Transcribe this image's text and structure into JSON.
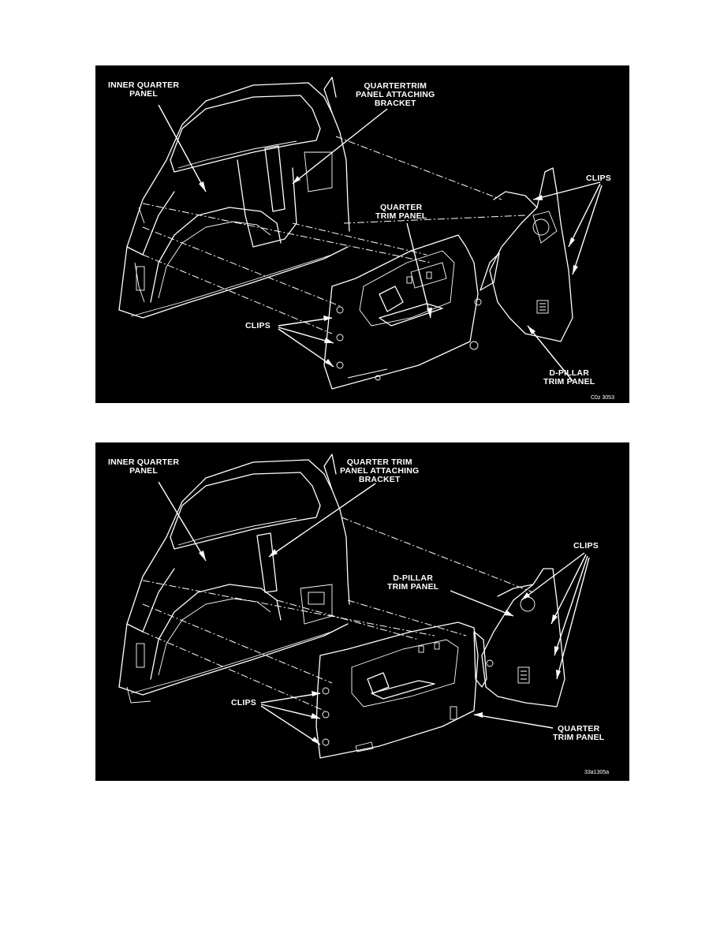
{
  "figures": [
    {
      "labels": {
        "inner_quarter_panel": "INNER QUARTER\nPANEL",
        "bracket": "QUARTERTRIM\nPANEL ATTACHING\nBRACKET",
        "quarter_trim_panel": "QUARTER\nTRIM PANEL",
        "clips_right": "CLIPS",
        "clips_left": "CLIPS",
        "d_pillar": "D-PILLAR\nTRIM PANEL"
      },
      "figure_id": "C0z 3053"
    },
    {
      "labels": {
        "inner_quarter_panel": "INNER QUARTER\nPANEL",
        "bracket": "QUARTER TRIM\nPANEL ATTACHING\nBRACKET",
        "clips_right": "CLIPS",
        "d_pillar": "D-PILLAR\nTRIM PANEL",
        "clips_left": "CLIPS",
        "quarter_trim_panel": "QUARTER\nTRIM PANEL"
      },
      "figure_id": "33a1305a"
    }
  ]
}
